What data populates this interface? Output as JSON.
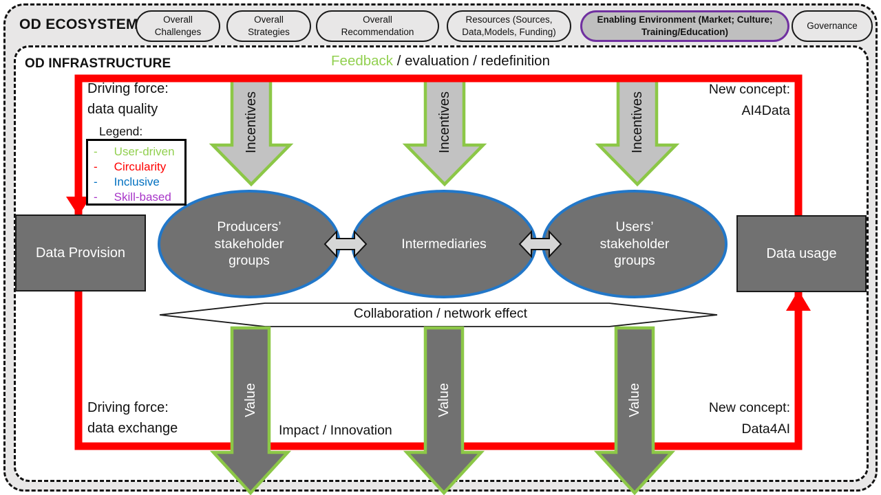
{
  "colors": {
    "red": "#ff0000",
    "green_border": "#8cc747",
    "green_text": "#92d050",
    "blue_ellipse_border": "#2277c8",
    "blue_text": "#0070c0",
    "purple_legend": "#a735c8",
    "purple_pill_border": "#7030a0",
    "dark_gray": "#717171",
    "light_gray": "#c2c2c2",
    "connector_gray": "#d6d6d6",
    "band_bg": "#e8e7e7",
    "enabling_bg": "#bfbfbf"
  },
  "ecosystem": {
    "title": "OD ECOSYSTEM",
    "pills": [
      {
        "label": "Overall\nChallenges"
      },
      {
        "label": "Overall\nStrategies"
      },
      {
        "label": "Overall\nRecommendation"
      },
      {
        "label": "Resources (Sources,\nData,Models, Funding)"
      },
      {
        "label": "Enabling Environment (Market; Culture;\nTraining/Education)"
      },
      {
        "label": "Governance"
      }
    ]
  },
  "infrastructure": {
    "title": "OD INFRASTRUCTURE",
    "feedback_highlight": "Feedback",
    "feedback_rest": " / evaluation / redefinition",
    "driving_force_top": "Driving force:\ndata quality",
    "driving_force_bottom": "Driving force:\ndata exchange",
    "new_concept_top": "New concept:\nAI4Data",
    "new_concept_bottom": "New concept:\nData4AI",
    "impact_label": "Impact / Innovation",
    "collaboration_label": "Collaboration / network effect"
  },
  "legend": {
    "title": "Legend:",
    "items": [
      {
        "bullet": "-",
        "label": "User-driven",
        "color": "#92d050"
      },
      {
        "bullet": "-",
        "label": "Circularity",
        "color": "#ff0000"
      },
      {
        "bullet": "-",
        "label": "Inclusive",
        "color": "#0070c0"
      },
      {
        "bullet": "-",
        "label": "Skill-based",
        "color": "#a735c8"
      }
    ]
  },
  "nodes": {
    "data_provision": "Data Provision",
    "producers": "Producers’\nstakeholder\ngroups",
    "intermediaries": "Intermediaries",
    "users": "Users’\nstakeholder\ngroups",
    "data_usage": "Data usage"
  },
  "arrows": {
    "incentives_label": "Incentives",
    "value_label": "Value"
  }
}
